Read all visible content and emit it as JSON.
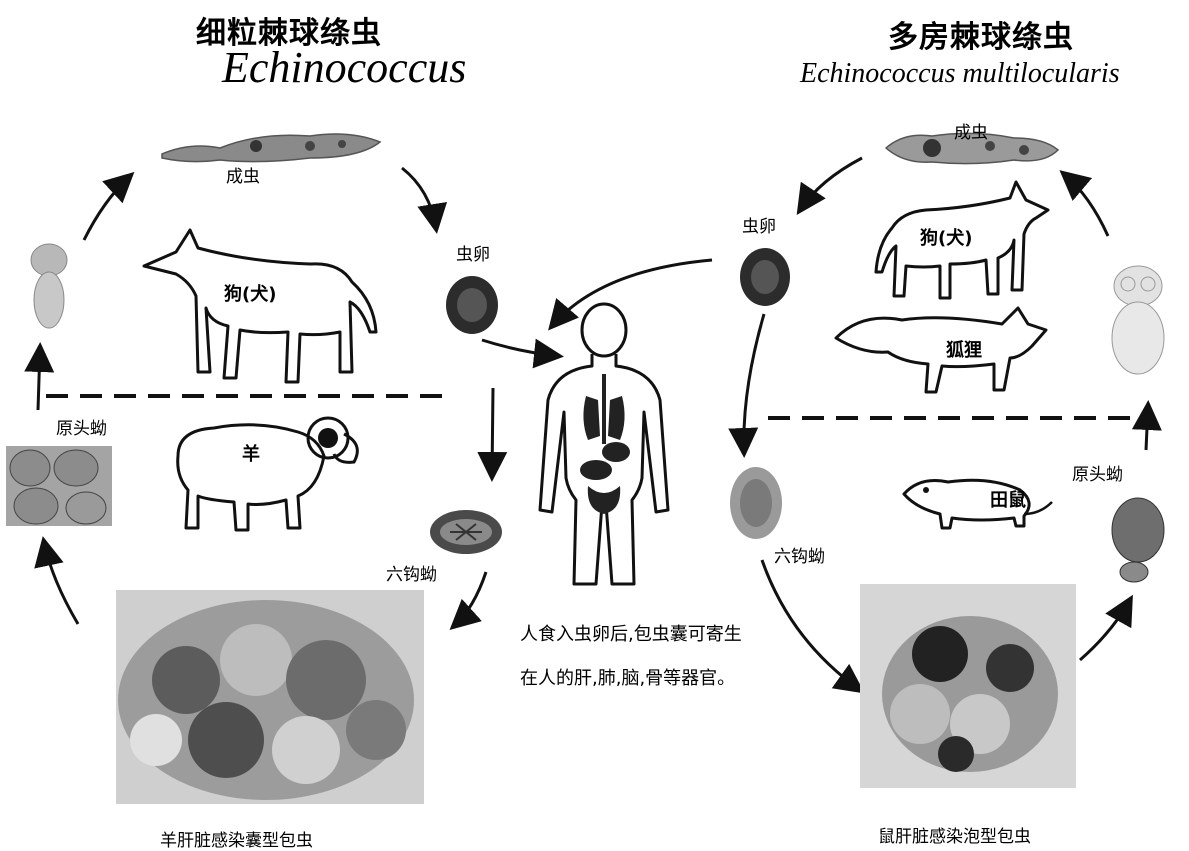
{
  "left": {
    "title_cn": "细粒棘球绦虫",
    "title_latin": "Echinococcus",
    "labels": {
      "adult": "成虫",
      "egg": "虫卵",
      "host_dog": "狗(犬)",
      "host_sheep": "羊",
      "protoscolex": "原头蚴",
      "oncosphere": "六钩蚴"
    },
    "caption": "羊肝脏感染囊型包虫"
  },
  "right": {
    "title_cn": "多房棘球绦虫",
    "title_latin": "Echinococcus multilocularis",
    "labels": {
      "adult": "成虫",
      "egg": "虫卵",
      "host_dog": "狗(犬)",
      "host_fox": "狐狸",
      "host_vole": "田鼠",
      "protoscolex": "原头蚴",
      "oncosphere": "六钩蚴"
    },
    "caption": "鼠肝脏感染泡型包虫"
  },
  "center": {
    "note_line1": "人食入虫卵后,包虫囊可寄生",
    "note_line2": "在人的肝,肺,脑,骨等器官。"
  }
}
